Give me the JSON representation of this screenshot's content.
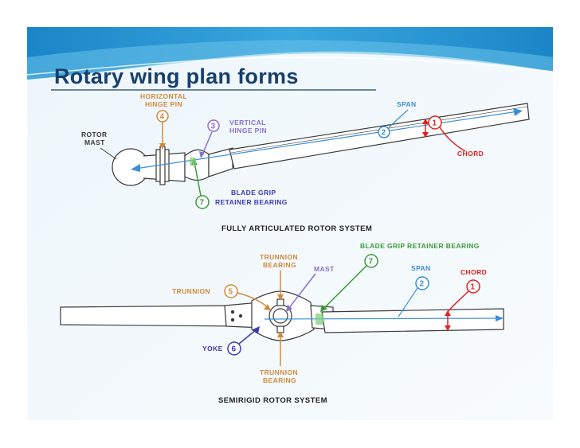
{
  "title": "Rotary wing plan forms",
  "colors": {
    "title": "#17406d",
    "banner": "#1b8fd0",
    "orange": "#d08a3c",
    "purple": "#8a6fd0",
    "blue": "#3a8fd6",
    "red": "#e02020",
    "green": "#3a9a3a",
    "navy": "#3a3ab8",
    "ink": "#3a3a3a"
  },
  "diagram_top": {
    "caption": "FULLY ARTICULATED ROTOR SYSTEM",
    "rotor_mast": [
      "ROTOR",
      "MAST"
    ],
    "horizontal_hinge_pin": {
      "lines": [
        "HORIZONTAL",
        "HINGE PIN"
      ],
      "number": "4"
    },
    "vertical_hinge_pin": {
      "lines": [
        "VERTICAL",
        "HINGE PIN"
      ],
      "number": "3"
    },
    "span": {
      "label": "SPAN",
      "number": "2"
    },
    "chord": {
      "label": "CHORD",
      "number": "1"
    },
    "blade_grip_retainer_bearing": {
      "lines": [
        "BLADE GRIP",
        "RETAINER BEARING"
      ],
      "number": "7"
    }
  },
  "diagram_bottom": {
    "caption": "SEMIRIGID ROTOR SYSTEM",
    "blade_grip_retainer_bearing": {
      "label": "BLADE GRIP RETAINER BEARING",
      "number": "7"
    },
    "trunnion_bearing_top": [
      "TRUNNION",
      "BEARING"
    ],
    "mast": "MAST",
    "span": {
      "label": "SPAN",
      "number": "2"
    },
    "chord": {
      "label": "CHORD",
      "number": "1"
    },
    "trunnion": {
      "label": "TRUNNION",
      "number": "5"
    },
    "yoke": {
      "label": "YOKE",
      "number": "6"
    },
    "trunnion_bearing_bottom": [
      "TRUNNION",
      "BEARING"
    ]
  }
}
